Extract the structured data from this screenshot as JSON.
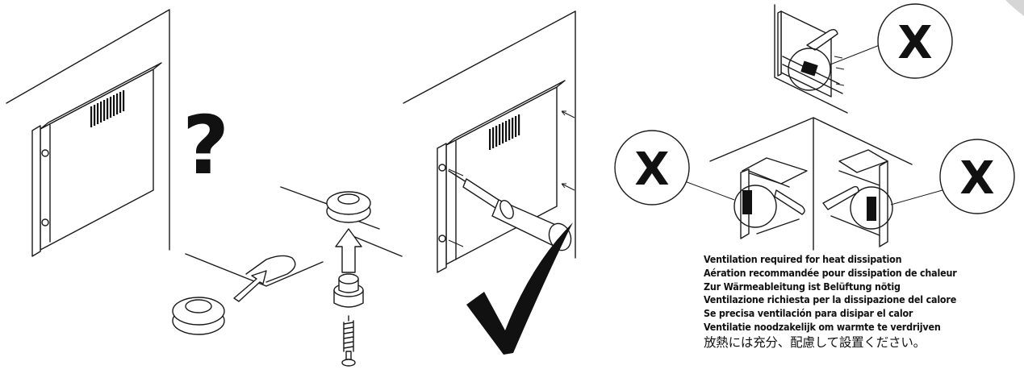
{
  "symbols": {
    "question": "?",
    "wrong": "X"
  },
  "icons": [
    "question-mark-icon",
    "checkmark-icon",
    "cross-mark-icon"
  ],
  "caption": {
    "lines": [
      "Ventilation required for heat dissipation",
      "Aération recommandée pour dissipation de chaleur",
      "Zur Wärmeableitung ist Belüftung nötig",
      "Ventilazione richiesta per la dissipazione del calore",
      "Se precisa ventilación para disipar el calor",
      "Ventilatie noodzakelijk om warmte te verdrijven"
    ],
    "japanese": "放熱には充分、配慮して設置ください。"
  }
}
